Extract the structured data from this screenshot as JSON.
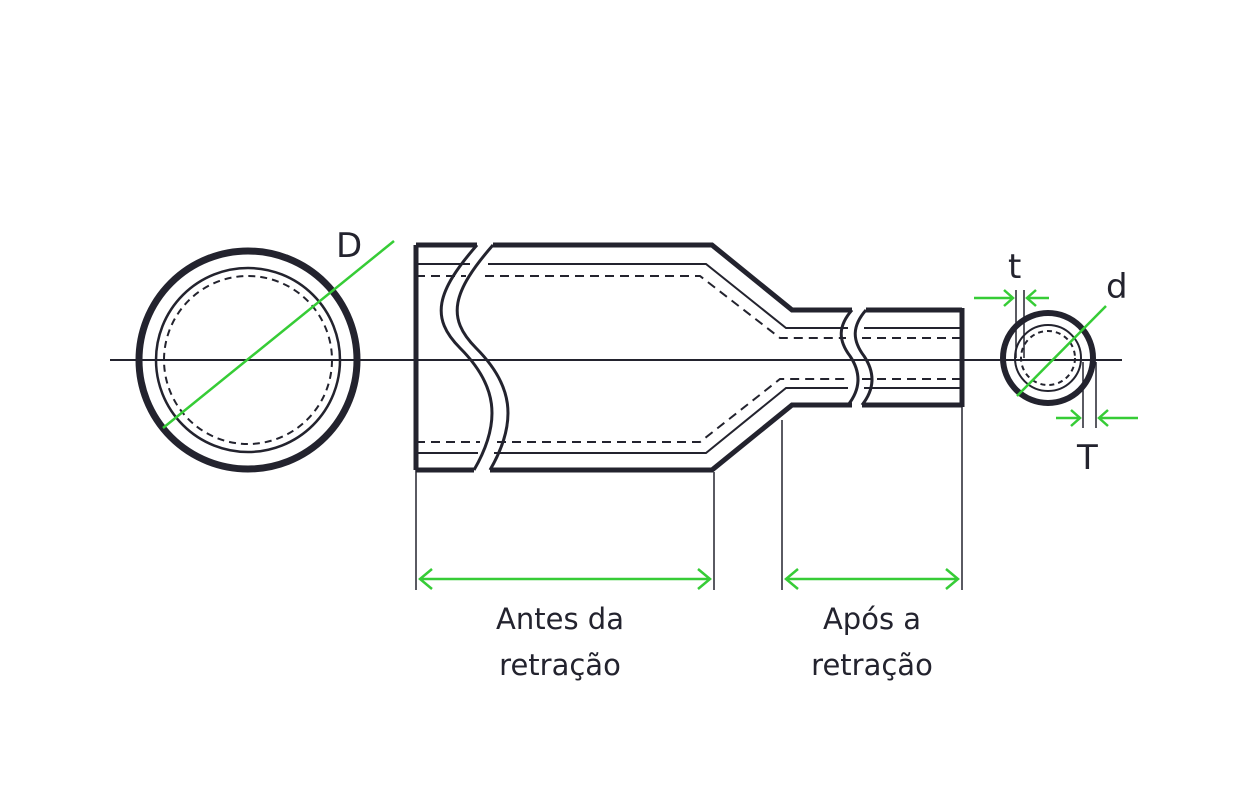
{
  "labels": {
    "D": "D",
    "d": "d",
    "t": "t",
    "T": "T"
  },
  "captions": {
    "before": [
      "Antes da",
      "retração"
    ],
    "after": [
      "Após a",
      "retração"
    ]
  },
  "colors": {
    "outline": "#23232e",
    "dimension": "#36cc36",
    "background": "#ffffff"
  }
}
